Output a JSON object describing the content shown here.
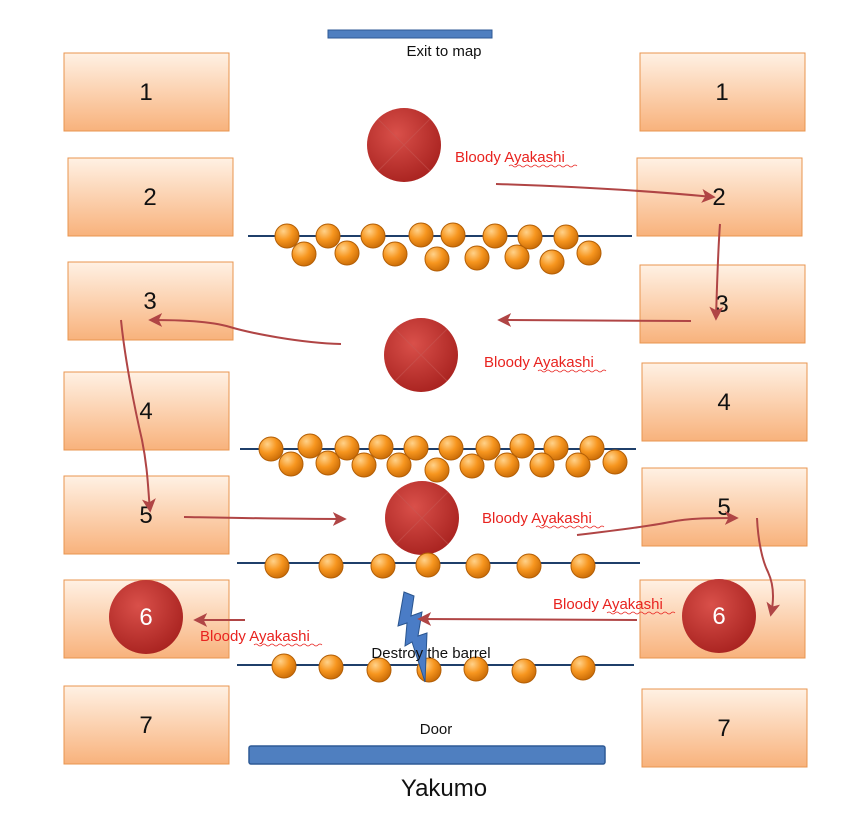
{
  "labels": {
    "exit": "Exit to map",
    "door": "Door",
    "title": "Yakumo",
    "destroy": "Destroy the barrel",
    "bloody": "Bloody Ayakashi"
  },
  "left_boxes": [
    "1",
    "2",
    "3",
    "4",
    "5",
    "6",
    "7"
  ],
  "right_boxes": [
    "1",
    "2",
    "3",
    "4",
    "5",
    "6",
    "7"
  ],
  "colors": {
    "box_top": "#fde4cf",
    "box_bottom": "#f9b27a",
    "box_border": "#e8954f",
    "enemy": "#c0312e",
    "orb": "#f0901a",
    "bar": "#4f7fc0",
    "arrow": "#b04545",
    "label_red": "#e8231f",
    "lightning": "#3f6fb8"
  },
  "icons": [
    "enemy-circle",
    "barrel-orb",
    "lightning-icon",
    "arrow"
  ]
}
